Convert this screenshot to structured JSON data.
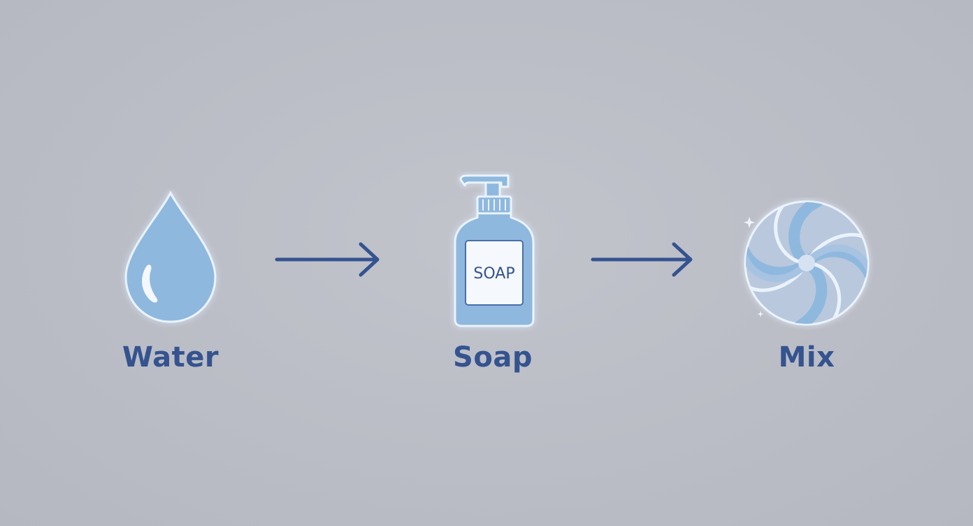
{
  "steps": [
    {
      "label": "Water",
      "icon": "water-drop-icon"
    },
    {
      "label": "Soap",
      "icon": "soap-bottle-icon",
      "bottle_text": "SOAP"
    },
    {
      "label": "Mix",
      "icon": "swirl-icon"
    }
  ],
  "connectors": [
    {
      "icon": "arrow-right-icon"
    },
    {
      "icon": "arrow-right-icon"
    }
  ],
  "colors": {
    "background": "#bbbdc6",
    "label": "#34538f",
    "arrow": "#34538f",
    "icon_fill": "#8fb5dc",
    "icon_outline": "#e8f1fb",
    "icon_dark": "#4a6fa8"
  }
}
